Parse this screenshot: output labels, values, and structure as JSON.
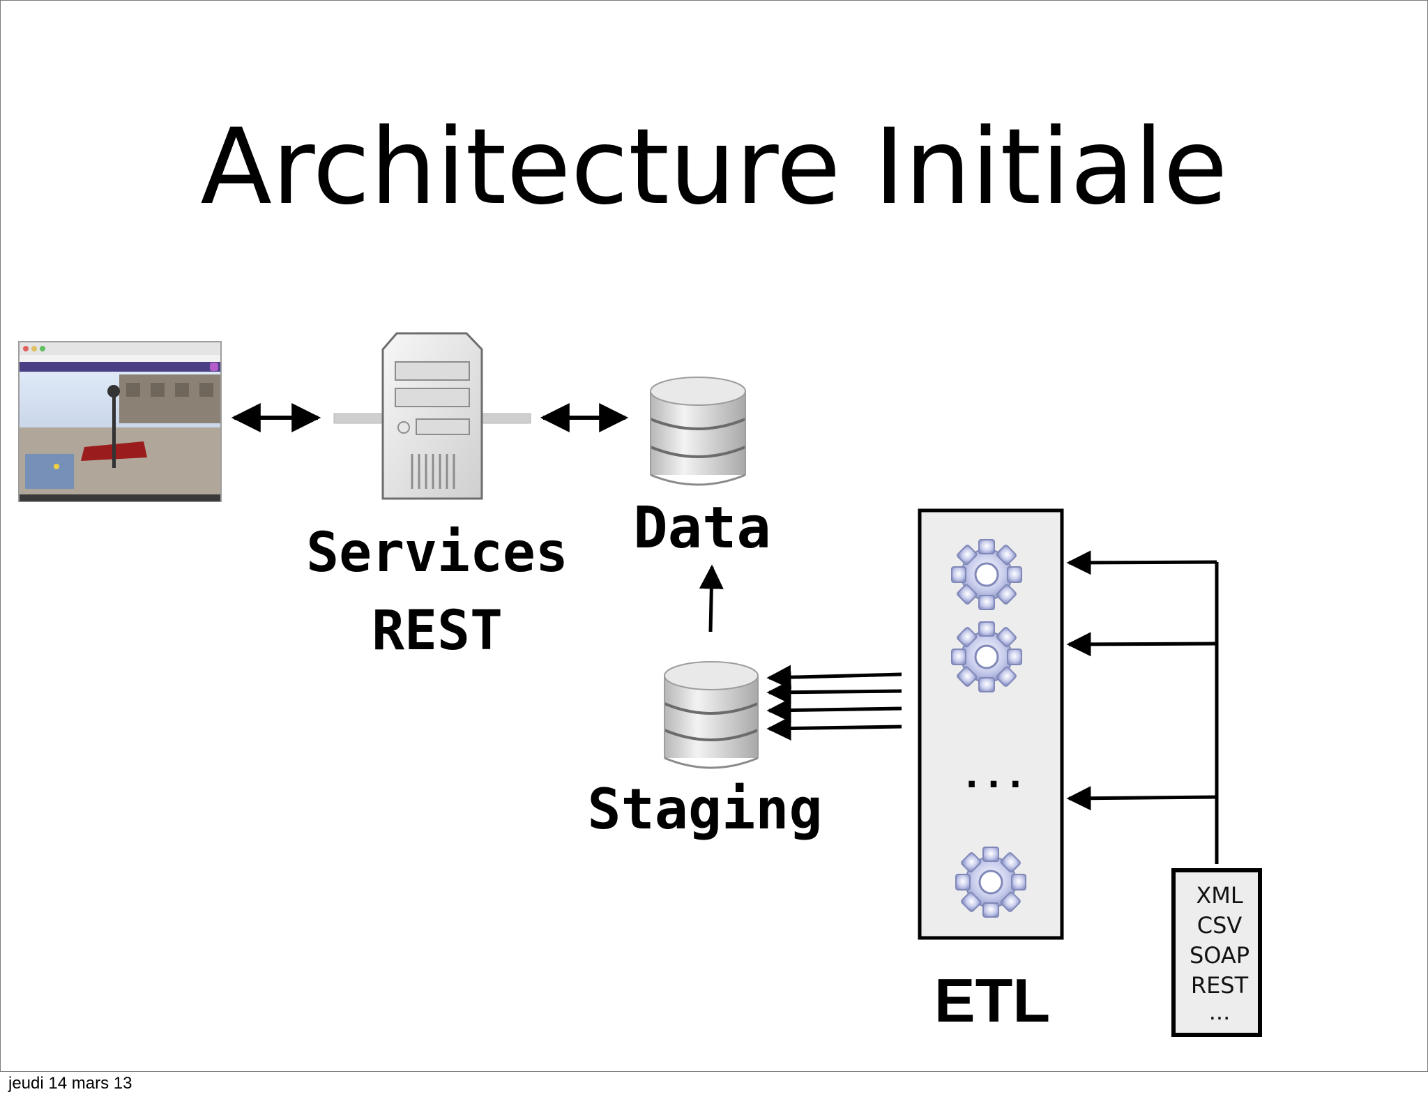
{
  "title": "Architecture Initiale",
  "nodes": {
    "browser": {
      "icon": "browser-screenshot-icon"
    },
    "services": {
      "icon": "server-icon",
      "label_line1": "Services",
      "label_line2": "REST"
    },
    "data": {
      "icon": "database-icon",
      "label": "Data"
    },
    "staging": {
      "icon": "database-icon",
      "label": "Staging"
    },
    "etl": {
      "icon": "gear-icon",
      "label": "ETL",
      "ellipsis": "..."
    },
    "sources": {
      "formats": [
        "XML",
        "CSV",
        "SOAP",
        "REST",
        "..."
      ]
    }
  },
  "footer": {
    "date": "jeudi 14 mars 13"
  }
}
